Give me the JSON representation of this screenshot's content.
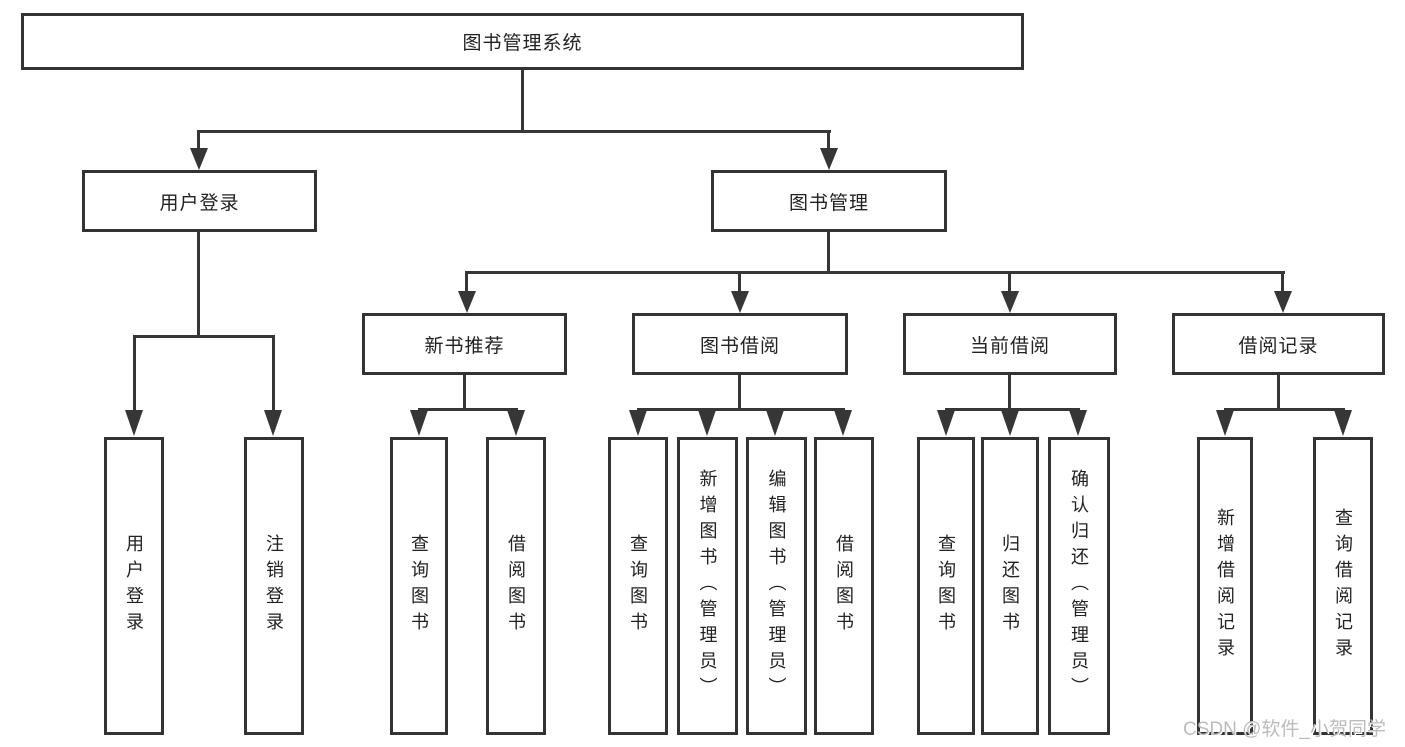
{
  "diagram_title": "图书管理系统",
  "watermark": {
    "text": "CSDN @软件_小贺同学"
  },
  "colors": {
    "line": "#363636",
    "box_border": "#333333",
    "text": "#222222",
    "watermark": "#bcbcbc",
    "background": "#ffffff"
  },
  "tree": {
    "root": {
      "label": "图书管理系统"
    },
    "level2": [
      {
        "label": "用户登录",
        "leaves": [
          {
            "label": "用户登录"
          },
          {
            "label": "注销登录"
          }
        ]
      },
      {
        "label": "图书管理",
        "groups": [
          {
            "label": "新书推荐",
            "leaves": [
              {
                "label": "查询图书"
              },
              {
                "label": "借阅图书"
              }
            ]
          },
          {
            "label": "图书借阅",
            "leaves": [
              {
                "label": "查询图书"
              },
              {
                "label": "新增图书（管理员）"
              },
              {
                "label": "编辑图书（管理员）"
              },
              {
                "label": "借阅图书"
              }
            ]
          },
          {
            "label": "当前借阅",
            "leaves": [
              {
                "label": "查询图书"
              },
              {
                "label": "归还图书"
              },
              {
                "label": "确认归还（管理员）"
              }
            ]
          },
          {
            "label": "借阅记录",
            "leaves": [
              {
                "label": "新增借阅记录"
              },
              {
                "label": "查询借阅记录"
              }
            ]
          }
        ]
      }
    ]
  }
}
